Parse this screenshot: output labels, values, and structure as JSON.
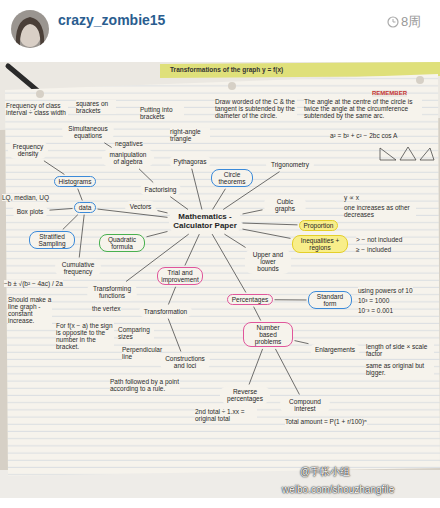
{
  "diagram": {
    "nodes": [
      {
        "text": [
          "Mathematics - Calculator Paper"
        ]
      },
      {
        "text": [
          "Frequency density"
        ]
      },
      {
        "text": [
          "Histograms"
        ]
      },
      {
        "text": [
          "data"
        ]
      },
      {
        "text": [
          "Box plots"
        ]
      },
      {
        "text": [
          "Stratified Sampling"
        ]
      },
      {
        "text": [
          "Cumulative frequency"
        ]
      },
      {
        "text": [
          "Quadratic formula"
        ]
      },
      {
        "text": [
          "Transforming functions"
        ]
      },
      {
        "text": [
          "Trial and improvement"
        ]
      },
      {
        "text": [
          "Transformation"
        ]
      },
      {
        "text": [
          "Constructions and loci"
        ]
      },
      {
        "text": [
          "Percentages"
        ]
      },
      {
        "text": [
          "Number based problems"
        ]
      },
      {
        "text": [
          "Enlargements"
        ]
      },
      {
        "text": [
          "Standard form"
        ]
      },
      {
        "text": [
          "Upper and lower bounds"
        ]
      },
      {
        "text": [
          "Inequalities + regions"
        ]
      },
      {
        "text": [
          "Proportion"
        ]
      },
      {
        "text": [
          "Cubic graphs"
        ]
      },
      {
        "text": [
          "Circle theorems"
        ]
      },
      {
        "text": [
          "Trigonometry"
        ]
      },
      {
        "text": [
          "Pythagoras"
        ]
      },
      {
        "text": [
          "Factorising"
        ]
      },
      {
        "text": [
          "Vectors"
        ]
      },
      {
        "text": [
          "manipulation of algebra"
        ]
      },
      {
        "text": [
          "Simultaneous equations"
        ]
      },
      {
        "text": [
          "Compound interest"
        ]
      },
      {
        "text": [
          "Reverse percentages"
        ]
      }
    ],
    "edges": [
      {
        "from": 2,
        "to": 1,
        "arrow": "none"
      },
      {
        "from": 3,
        "to": 2,
        "arrow": "none"
      },
      {
        "from": 3,
        "to": 4,
        "arrow": "none"
      },
      {
        "from": 3,
        "to": 5,
        "arrow": "none"
      },
      {
        "from": 3,
        "to": 6,
        "arrow": "none"
      },
      {
        "from": 0,
        "to": 3,
        "arrow": "none"
      },
      {
        "from": 0,
        "to": 7,
        "arrow": "none"
      },
      {
        "from": 0,
        "to": 8,
        "arrow": "none"
      },
      {
        "from": 0,
        "to": 9,
        "arrow": "none"
      },
      {
        "from": 9,
        "to": 10,
        "arrow": "none"
      },
      {
        "from": 10,
        "to": 11,
        "arrow": "none"
      },
      {
        "from": 0,
        "to": 12,
        "arrow": "none"
      },
      {
        "from": 12,
        "to": 13,
        "arrow": "none"
      },
      {
        "from": 13,
        "to": 14,
        "arrow": "none"
      },
      {
        "from": 13,
        "to": 27,
        "arrow": "none"
      },
      {
        "from": 13,
        "to": 28,
        "arrow": "none"
      },
      {
        "from": 12,
        "to": 15,
        "arrow": "none"
      },
      {
        "from": 0,
        "to": 16,
        "arrow": "none"
      },
      {
        "from": 0,
        "to": 17,
        "arrow": "none"
      },
      {
        "from": 0,
        "to": 18,
        "arrow": "none"
      },
      {
        "from": 0,
        "to": 19,
        "arrow": "none"
      },
      {
        "from": 0,
        "to": 20,
        "arrow": "none"
      },
      {
        "from": 0,
        "to": 21,
        "arrow": "none"
      },
      {
        "from": 0,
        "to": 22,
        "arrow": "none"
      },
      {
        "from": 0,
        "to": 23,
        "arrow": "none"
      },
      {
        "from": 0,
        "to": 24,
        "arrow": "none"
      },
      {
        "from": 23,
        "to": 25,
        "arrow": "none"
      },
      {
        "from": 25,
        "to": 26,
        "arrow": "none"
      }
    ],
    "labels": [
      "crazy_zombie15",
      "8周",
      "Transformations of the graph y = f(x)",
      "REMEMBER",
      "Frequency of class interval ÷ class width",
      "squares on brackets",
      "Putting into brackets",
      "negatives",
      "right-angle triangle",
      "Draw worded of the C & the tangent is subtended by the diameter of the circle.",
      "The angle at the centre of the circle is twice the angle at the circumference subtended by the same arc.",
      "a² = b² + c² − 2bc cos A",
      "y ∝ x",
      "one increases as other decreases",
      "> − not included",
      "≥ − included",
      "using powers of 10",
      "10³ = 1000",
      "10⁻³ = 0.001",
      "length of side × scale factor",
      "same as original but bigger.",
      "Total amount = P(1 + r/100)ⁿ",
      "2nd total ÷ 1.xx = original total",
      "Path followed by a point according to a rule.",
      "Perpendicular line",
      "Comparing sizes",
      "For f(x − a) the sign is opposite to the number in the bracket.",
      "the vertex",
      "Should make a line graph - constant increase.",
      "−b ± √(b² − 4ac) / 2a",
      "LQ, median, UQ",
      "@手帐小组",
      "weibo.com/shouzhangfile"
    ]
  }
}
